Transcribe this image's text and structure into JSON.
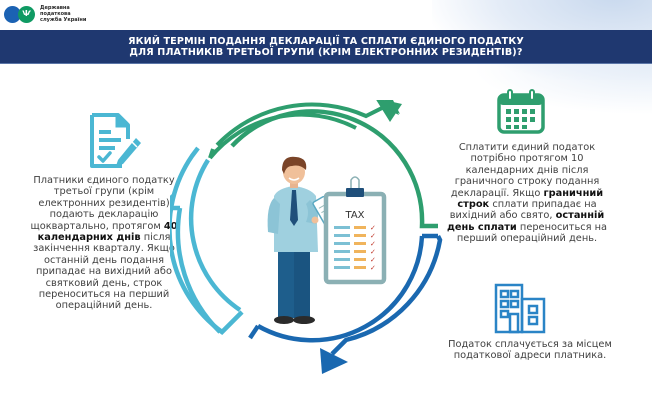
{
  "logo": {
    "emblem_icon": "trident-icon",
    "lines": [
      "Державна",
      "податкова",
      "служба України"
    ],
    "colors": {
      "blue": "#1b62b3",
      "green": "#0f9a63"
    }
  },
  "header": {
    "title_line_1": "ЯКИЙ ТЕРМІН ПОДАННЯ ДЕКЛАРАЦІЇ ТА СПЛАТИ ЄДИНОГО ПОДАТКУ",
    "title_line_2": "ДЛЯ ПЛАТНИКІВ ТРЕТЬОЇ ГРУПИ (КРІМ ЕЛЕКТРОННИХ РЕЗИДЕНТІВ)?",
    "background": "#1f3870"
  },
  "blocks": {
    "declaration": {
      "icon": "document-signing-icon",
      "text_before": "Платники єдиного податку третьої групи (крім електронних резидентів) подають декларацію щоквартально, протягом ",
      "bold": "40 календарних днів",
      "text_after": " після закінчення кварталу. Якщо останній день подання припадає на вихідний або святковий день, строк переноситься на перший операційний день."
    },
    "payment": {
      "icon": "calendar-icon",
      "text_1": "Сплатити єдиний податок потрібно протягом 10 календарних днів після граничного строку подання декларації. Якщо ",
      "bold_1": "граничний строк",
      "text_2": " сплати припадає на вихідний або свято, ",
      "bold_2": "останній день сплати",
      "text_3": " переноситься на перший операційний день."
    },
    "location": {
      "icon": "office-building-icon",
      "text": "Податок сплачується за місцем податкової адреси платника."
    }
  },
  "diagram": {
    "clipboard_label": "TAX",
    "checklist_rows": 6,
    "arcs": [
      {
        "name": "declaration-arc",
        "color": "#4bb7d3"
      },
      {
        "name": "payment-arc",
        "color": "#2e9e6e"
      },
      {
        "name": "location-arc",
        "color": "#1a68b0"
      }
    ]
  }
}
